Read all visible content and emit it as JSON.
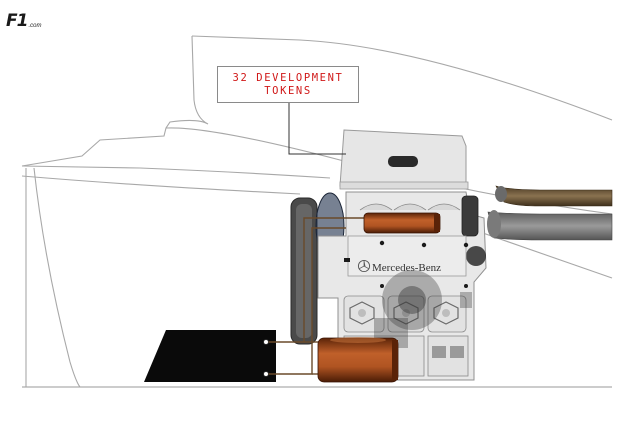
{
  "logo": {
    "brand": "F1",
    "suffix": ".com"
  },
  "callout": {
    "label": "32 DEVELOPMENT\nTOKENS"
  },
  "engine": {
    "brand_label": "Mercedes-Benz"
  },
  "colors": {
    "outline": "#9a9a9a",
    "engine_block": "#e6e6e6",
    "copper_component": "#a2491a",
    "callout_text": "#d01818",
    "dark_part": "#0a0a0a",
    "grey_duct": "#757575",
    "brown_pipe": "#6b5233"
  }
}
